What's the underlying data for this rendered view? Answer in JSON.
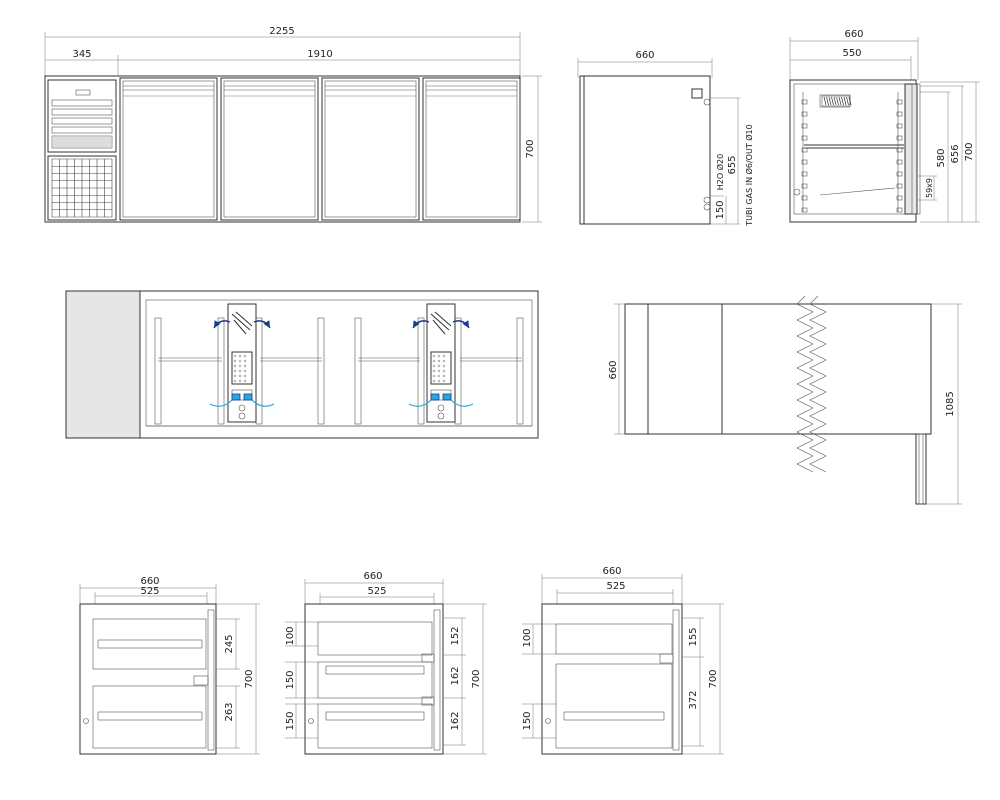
{
  "front_view": {
    "total_width": "2255",
    "left_width": "345",
    "doors_width": "1910",
    "height": "700"
  },
  "side_view": {
    "depth": "660",
    "h2o_label": "H2O Ø20",
    "bottom_offset": "150",
    "pipe_height": "655",
    "gas_label": "TUBI GAS IN Ø6/OUT Ø10"
  },
  "section_view": {
    "outer_depth": "660",
    "inner_depth": "550",
    "h1": "580",
    "h2": "656",
    "h3": "700",
    "grill": "59x9"
  },
  "top_view": {
    "depth": "660",
    "height_with_top": "1085"
  },
  "drawer_variants": [
    {
      "width": "660",
      "inner_width": "525",
      "dims": [
        "245",
        "263"
      ],
      "height": "700"
    },
    {
      "width": "660",
      "inner_width": "525",
      "side_dims": [
        "100",
        "150",
        "150"
      ],
      "dims": [
        "152",
        "162",
        "162"
      ],
      "height": "700"
    },
    {
      "width": "660",
      "inner_width": "525",
      "side_dims": [
        "100",
        "150"
      ],
      "dims": [
        "155",
        "372"
      ],
      "height": "700"
    }
  ]
}
